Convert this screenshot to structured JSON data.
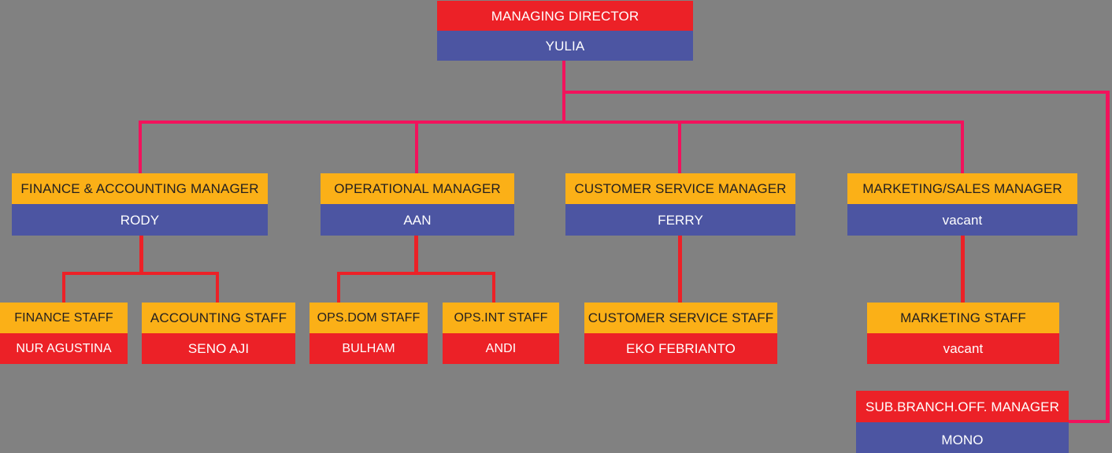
{
  "chart_type": "org-chart",
  "colors": {
    "background": "#818181",
    "box_red": "#EC2127",
    "box_blue": "#4C55A2",
    "box_orange": "#FBB017",
    "connector_pink": "#F2125C",
    "connector_red": "#EC2127",
    "text_dark": "#231F20",
    "text_light": "#FFFFFF"
  },
  "nodes": {
    "managing_director": {
      "title": "MANAGING DIRECTOR",
      "name": "YULIA"
    },
    "finance_manager": {
      "title": "FINANCE & ACCOUNTING MANAGER",
      "name": "RODY"
    },
    "operational_manager": {
      "title": "OPERATIONAL MANAGER",
      "name": "AAN"
    },
    "customer_service_manager": {
      "title": "CUSTOMER SERVICE MANAGER",
      "name": "FERRY"
    },
    "marketing_manager": {
      "title": "MARKETING/SALES MANAGER",
      "name": "vacant"
    },
    "finance_staff": {
      "title": "FINANCE STAFF",
      "name": "NUR AGUSTINA"
    },
    "accounting_staff": {
      "title": "ACCOUNTING STAFF",
      "name": "SENO AJI"
    },
    "ops_dom_staff": {
      "title": "OPS.DOM STAFF",
      "name": "BULHAM"
    },
    "ops_int_staff": {
      "title": "OPS.INT STAFF",
      "name": "ANDI"
    },
    "customer_service_staff": {
      "title": "CUSTOMER SERVICE STAFF",
      "name": "EKO FEBRIANTO"
    },
    "marketing_staff": {
      "title": "MARKETING STAFF",
      "name": "vacant"
    },
    "sub_branch_manager": {
      "title": "SUB.BRANCH.OFF. MANAGER",
      "name": "MONO"
    }
  },
  "edges": [
    [
      "managing_director",
      "finance_manager"
    ],
    [
      "managing_director",
      "operational_manager"
    ],
    [
      "managing_director",
      "customer_service_manager"
    ],
    [
      "managing_director",
      "marketing_manager"
    ],
    [
      "managing_director",
      "sub_branch_manager"
    ],
    [
      "finance_manager",
      "finance_staff"
    ],
    [
      "finance_manager",
      "accounting_staff"
    ],
    [
      "operational_manager",
      "ops_dom_staff"
    ],
    [
      "operational_manager",
      "ops_int_staff"
    ],
    [
      "customer_service_manager",
      "customer_service_staff"
    ],
    [
      "marketing_manager",
      "marketing_staff"
    ]
  ]
}
